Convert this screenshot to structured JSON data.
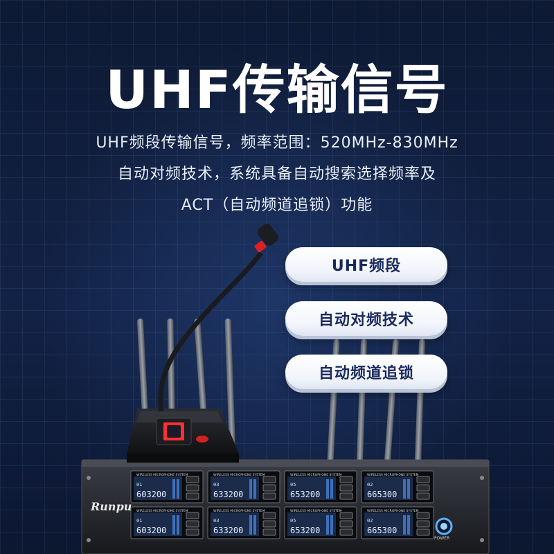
{
  "headline": "UHF传输信号",
  "description": {
    "line1": "UHF频段传输信号，频率范围：520MHz-830MHz",
    "line2": "自动对频技术，系统具备自动搜索选择频率及",
    "line3": "ACT（自动频道追锁）功能"
  },
  "features": [
    {
      "label": "UHF频段"
    },
    {
      "label": "自动对频技术"
    },
    {
      "label": "自动频道追锁"
    }
  ],
  "product": {
    "brand": "Runpu",
    "power_label": "POWER",
    "panel_header": "WIRELESS MICROPHONE SYSTEM",
    "channel_frequencies": {
      "top": [
        "603200",
        "633200",
        "653200",
        "665300"
      ],
      "bottom": [
        "603200",
        "633200",
        "653200",
        "665300"
      ]
    },
    "channel_groups": {
      "top": [
        "01",
        "03",
        "05",
        "02"
      ],
      "bottom": [
        "01",
        "03",
        "05",
        "02"
      ]
    }
  },
  "colors": {
    "background": "#122246",
    "pill_text": "#1a2a5e",
    "mic_ring": "#e02020",
    "lcd": "#1b2b4a"
  }
}
